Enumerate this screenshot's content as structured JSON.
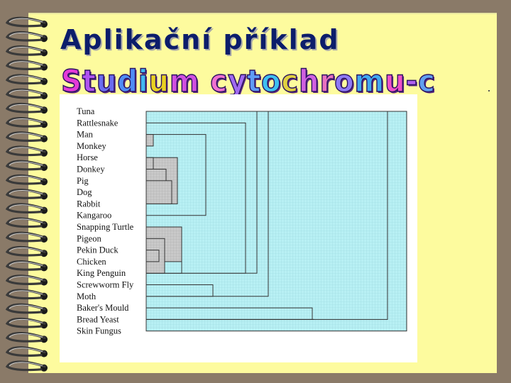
{
  "slide": {
    "title": "Aplikační příklad",
    "subtitle": "Studium cytochromu-c"
  },
  "colors": {
    "background": "#8a7a68",
    "paper": "#fdfb9e",
    "title": "#0c1d6b",
    "subtitle_letters": [
      "#e43ad8",
      "#b054f0",
      "#6a6cf0",
      "#4f8cf5",
      "#40b8f0",
      "#e8d020",
      "#d04fe0",
      "#f070d0",
      "#a06af0",
      "#5f9bf5",
      "#3fc0f0",
      "#e0d040",
      "#d060e0",
      "#e870c0",
      "#8f7af5",
      "#40a8f0",
      "#f050c8",
      "#b060f0",
      "#60a0f0",
      "#e8d030"
    ],
    "tree_fill": "#b8f0f4",
    "tree_stroke": "#333333",
    "cluster_fill": "#c9c9c9"
  },
  "figure": {
    "species": [
      "Tuna",
      "Rattlesnake",
      "Man",
      "Monkey",
      "Horse",
      "Donkey",
      "Pig",
      "Dog",
      "Rabbit",
      "Kangaroo",
      "Snapping Turtle",
      "Pigeon",
      "Pekin Duck",
      "Chicken",
      "King Penguin",
      "Screwworm Fly",
      "Moth",
      "Baker's Mould",
      "Bread Yeast",
      "Skin Fungus"
    ]
  }
}
